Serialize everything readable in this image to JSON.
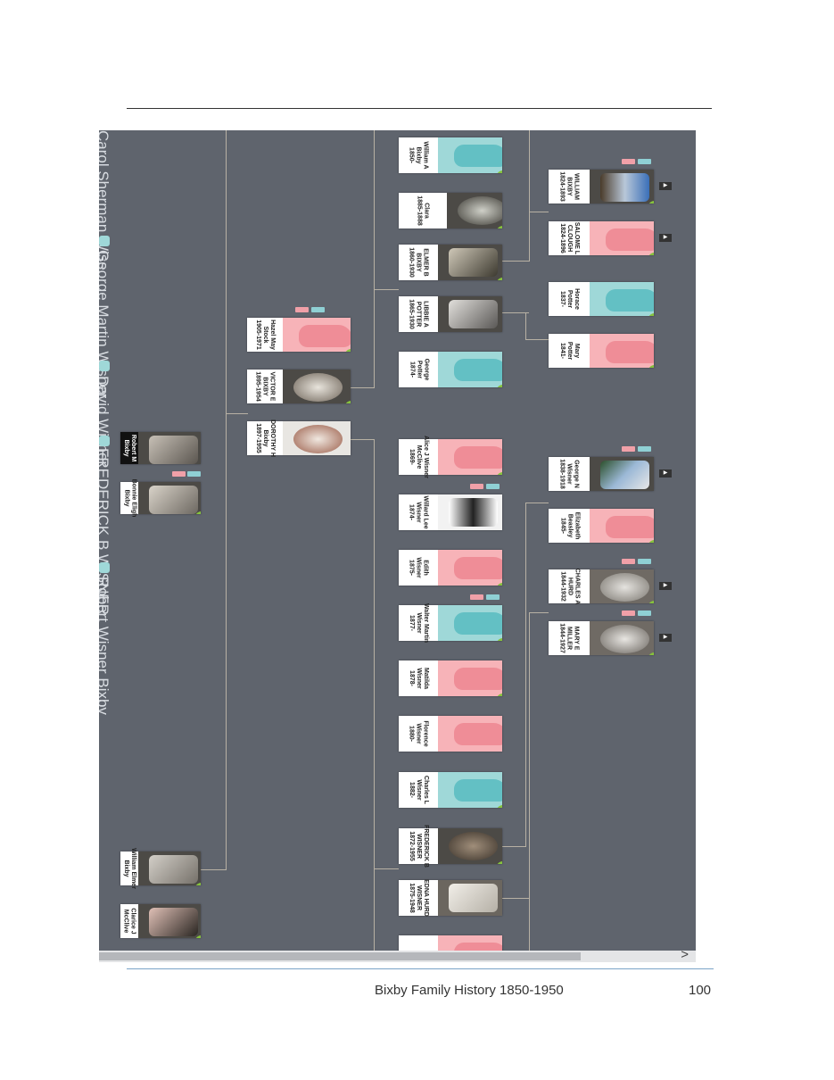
{
  "footer": {
    "title": "Bixby Family History 1850-1950",
    "page": "100"
  },
  "sidebar_names": [
    "Carol Sherman Wiss...",
    "George Martin Wisner",
    "David Wisner",
    "FREDERICK B WISNER",
    "Robert Wisner Bixby"
  ],
  "cards": {
    "william_a": "William A\nBixby\n1850-",
    "clara": "Clara\n1885-1888",
    "elmer_b": "ELMER B\nBIXBY\n1860-1930",
    "libbie_a": "LIBBIE A\nPOTTER\n1865-1930",
    "george_potter": "George\nPotter\n1874-",
    "william_bixby": "WILLIAM\nBIXBY\n1824-1893",
    "salome_l": "SALOME L\nCLOUGH\n1824-1896",
    "horace": "Horace\nPotter\n1837-",
    "mary_potter": "Mary\nPotter\n1841-",
    "hazel": "Hazel May\nStock\n1905-1971",
    "victor_e": "VICTOR E\nBIXBY\n1895-1954",
    "dorothy": "DOROTHY H\nBixby\n1897-1955",
    "robert_m": "Robert M\nBixby",
    "bonnie": "Bonnie Eligh\nBixby",
    "alice_j": "Alice J Wisner\nMcClive\n1869-",
    "willard": "Willard Lee\nWisner\n1874-",
    "edith": "Edith\nWisner\n1875-",
    "walter": "Walter Martin\nWisner\n1877-",
    "matilda": "Matilda\nWisner\n1878-",
    "florence": "Florence\nWisner\n1880-",
    "charles_l": "Charles L\nWisner\n1882-",
    "frederick": "FREDERICK B\nWISNER\n1872-1955",
    "edna": "EDNA HURD\nWISNER\n1875-1948",
    "george_n": "George N\nWisner\n1838-1918",
    "elizabeth": "Elizabeth\nBeasley\n1845-",
    "charles_a": "CHARLES A\nHURD\n1844-1932",
    "mary_e": "MARY E\nMILLER\n1844-1927",
    "william_elmer": "William Elmer\nBixby",
    "clarice": "Clarice J\nMcClive"
  },
  "icons": {
    "leaf": "leaf-icon",
    "arrow": "expand-arrow-icon",
    "scroll": "scroll-right-icon"
  },
  "colors": {
    "male": "#9fd8d8",
    "female": "#f7b3b8",
    "background": "#5f646d"
  }
}
